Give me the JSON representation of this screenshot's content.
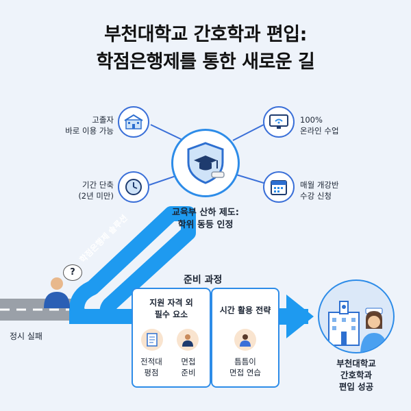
{
  "title": {
    "line1": "부천대학교 간호학과 편입:",
    "line2": "학점은행제를 통한 새로운 길"
  },
  "center": {
    "label_line1": "교육부 산하 제도:",
    "label_line2": "학위 동등 인정"
  },
  "features": {
    "top_left": {
      "line1": "고졸자",
      "line2": "바로 이용 가능",
      "icon": "school-building-icon"
    },
    "bottom_left": {
      "line1": "기간 단축",
      "line2": "(2년 미만)",
      "icon": "clock-icon"
    },
    "top_right": {
      "line1": "100%",
      "line2": "온라인 수업",
      "icon": "monitor-wifi-icon"
    },
    "bottom_right": {
      "line1": "매월 개강반",
      "line2": "수강 신청",
      "icon": "calendar-icon"
    }
  },
  "path": {
    "diagonal_label": "학점은행제 솔루션",
    "start_label": "정시 실패",
    "question_mark": "?"
  },
  "prep": {
    "heading": "준비 과정",
    "card1": {
      "title_line1": "지원 자격 외",
      "title_line2": "필수 요소",
      "item1_line1": "전적대",
      "item1_line2": "평점",
      "item2_line1": "면접",
      "item2_line2": "준비"
    },
    "card2": {
      "title": "시간 활용 전략",
      "item_line1": "틈틈이",
      "item_line2": "면접 연습"
    }
  },
  "goal": {
    "line1": "부천대학교",
    "line2": "간호학과",
    "line3": "편입 성공"
  },
  "colors": {
    "accent": "#2d8ce8",
    "ring": "#3a6fd8",
    "path": "#1e9af0",
    "road": "#9aa0a8"
  }
}
